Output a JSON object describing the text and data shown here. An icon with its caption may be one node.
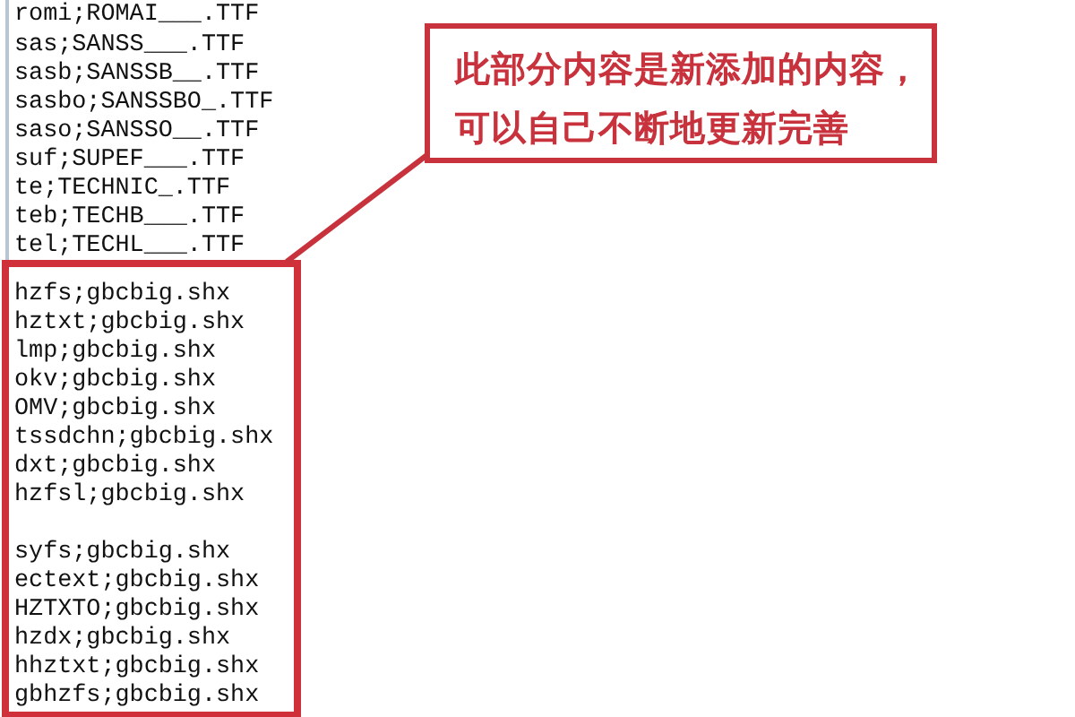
{
  "diagram": {
    "nodes": [
      {
        "text": [
          "此部分内容是新添加的内容，可以自己不断地更新完善"
        ]
      },
      {
        "text": [
          "hzfs;gbcbig.shx",
          "hztxt;gbcbig.shx",
          "lmp;gbcbig.shx",
          "okv;gbcbig.shx",
          "OMV;gbcbig.shx",
          "tssdchn;gbcbig.shx",
          "dxt;gbcbig.shx",
          "hzfsl;gbcbig.shx",
          "syfs;gbcbig.shx",
          "ectext;gbcbig.shx",
          "HZTXTO;gbcbig.shx",
          "hzdx;gbcbig.shx",
          "hhztxt;gbcbig.shx",
          "gbhzfs;gbcbig.shx"
        ]
      }
    ],
    "edges": [
      {
        "from": 0,
        "to": 1,
        "arrow": "none"
      }
    ],
    "labels": [
      "romi;ROMAI___.TTF",
      "sas;SANSS___.TTF",
      "sasb;SANSSB__.TTF",
      "sasbo;SANSSBO_.TTF",
      "saso;SANSSO__.TTF",
      "suf;SUPEF___.TTF",
      "te;TECHNIC_.TTF",
      "teb;TECHB___.TTF",
      "tel;TECHL___.TTF"
    ]
  }
}
